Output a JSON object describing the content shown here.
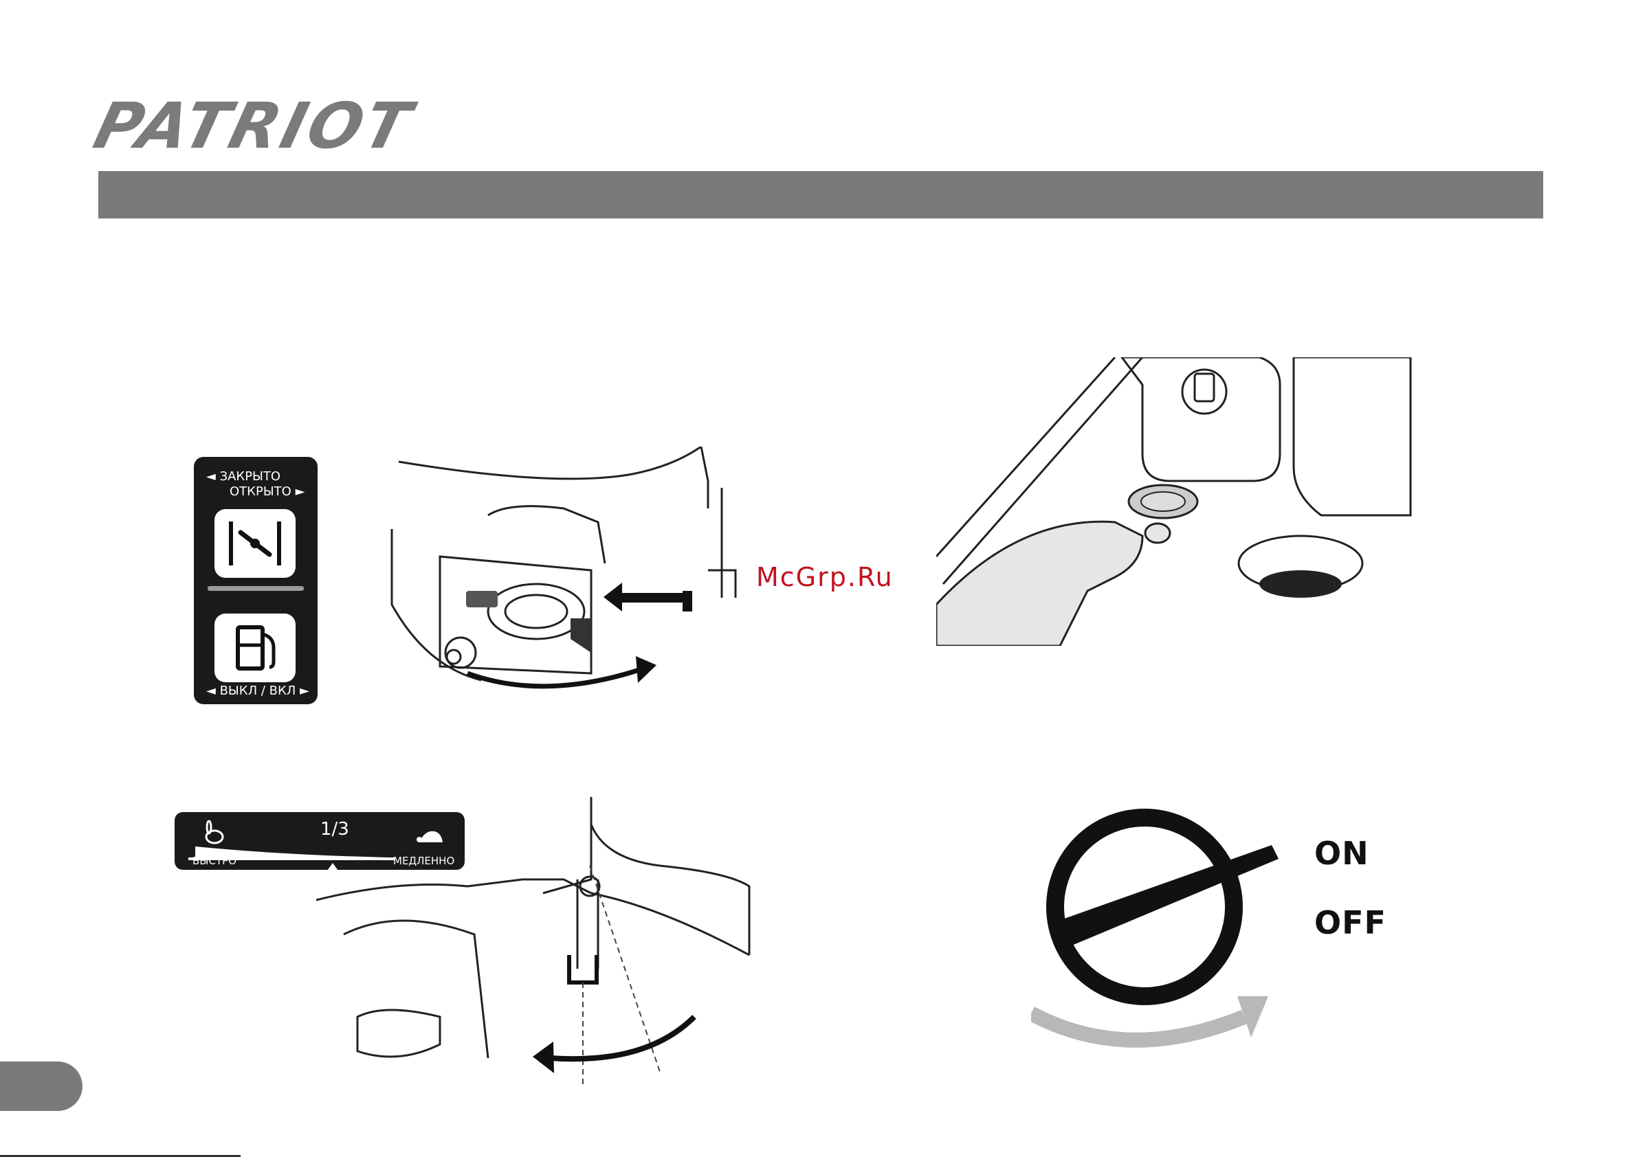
{
  "header": {
    "brand": "PATRIOT",
    "bar_color": "#7a7a7a"
  },
  "watermark": "McGrp.Ru",
  "lever_label": {
    "choke_closed": "◄ ЗАКРЫТО",
    "choke_open": "ОТКРЫТО ►",
    "fuel_off_on": "◄ ВЫКЛ / ВКЛ ►",
    "choke_icon": "choke-valve-icon",
    "fuel_icon": "fuel-pump-icon"
  },
  "throttle_label": {
    "position": "1/3",
    "fast": "БЫСТРО",
    "slow": "МЕДЛЕННО",
    "fast_icon": "rabbit-icon",
    "slow_icon": "turtle-icon"
  },
  "switch": {
    "on": "ON",
    "off": "OFF"
  },
  "colors": {
    "watermark": "#c1121f",
    "dark_label": "#1a1a1a"
  }
}
